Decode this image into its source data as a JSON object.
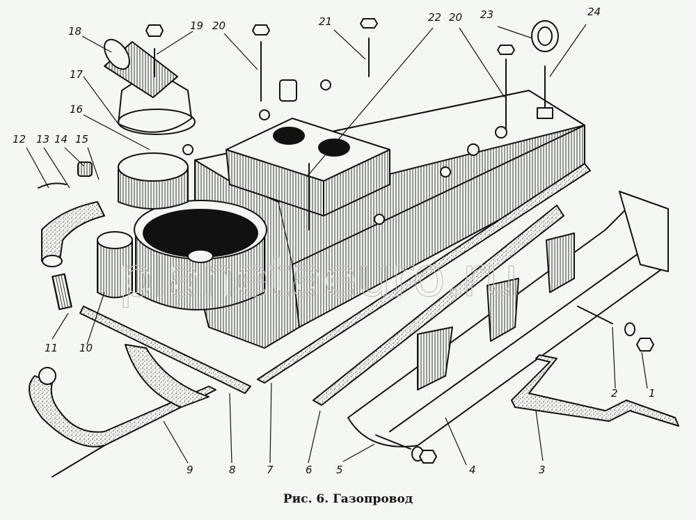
{
  "figure": {
    "caption": "Рис. 6. Газопровод",
    "watermark": "planetaeuro.ru"
  },
  "callouts": [
    {
      "id": "c1",
      "label": "1"
    },
    {
      "id": "c2",
      "label": "2"
    },
    {
      "id": "c3",
      "label": "3"
    },
    {
      "id": "c4",
      "label": "4"
    },
    {
      "id": "c5",
      "label": "5"
    },
    {
      "id": "c6",
      "label": "6"
    },
    {
      "id": "c7",
      "label": "7"
    },
    {
      "id": "c8",
      "label": "8"
    },
    {
      "id": "c9",
      "label": "9"
    },
    {
      "id": "c10",
      "label": "10"
    },
    {
      "id": "c11",
      "label": "11"
    },
    {
      "id": "c12",
      "label": "12"
    },
    {
      "id": "c13",
      "label": "13"
    },
    {
      "id": "c14",
      "label": "14"
    },
    {
      "id": "c15",
      "label": "15"
    },
    {
      "id": "c16",
      "label": "16"
    },
    {
      "id": "c17",
      "label": "17"
    },
    {
      "id": "c18",
      "label": "18"
    },
    {
      "id": "c19",
      "label": "19"
    },
    {
      "id": "c20a",
      "label": "20"
    },
    {
      "id": "c21",
      "label": "21"
    },
    {
      "id": "c22",
      "label": "22"
    },
    {
      "id": "c20b",
      "label": "20"
    },
    {
      "id": "c23",
      "label": "23"
    },
    {
      "id": "c24",
      "label": "24"
    }
  ]
}
